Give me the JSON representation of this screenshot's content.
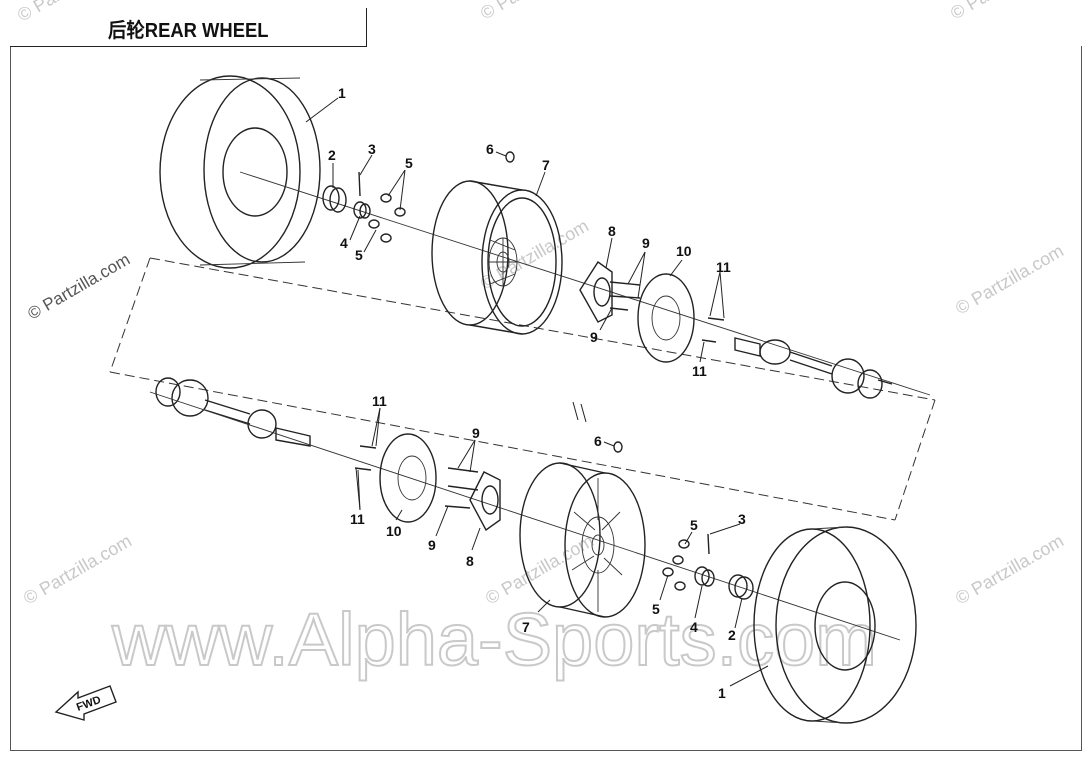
{
  "title": "后轮REAR WHEEL",
  "watermarks": {
    "small": "© Partzilla.com",
    "small_short": "© Partzilla.com",
    "big": "www.Alpha-Sports.com"
  },
  "fwd_label": "FWD",
  "callouts": {
    "c1a": "1",
    "c2a": "2",
    "c3a": "3",
    "c4a": "4",
    "c5a": "5",
    "c5b": "5",
    "c6a": "6",
    "c7a": "7",
    "c8a": "8",
    "c9a": "9",
    "c9b": "9",
    "c10a": "10",
    "c11a": "11",
    "c11b": "11",
    "c11c": "11",
    "c11d": "11",
    "c10b": "10",
    "c9c": "9",
    "c9d": "9",
    "c8b": "8",
    "c6b": "6",
    "c5c": "5",
    "c5d": "5",
    "c3b": "3",
    "c4b": "4",
    "c2b": "2",
    "c7b": "7",
    "c1b": "1"
  },
  "colors": {
    "line": "#222222",
    "watermark": "#c8c8c8"
  }
}
